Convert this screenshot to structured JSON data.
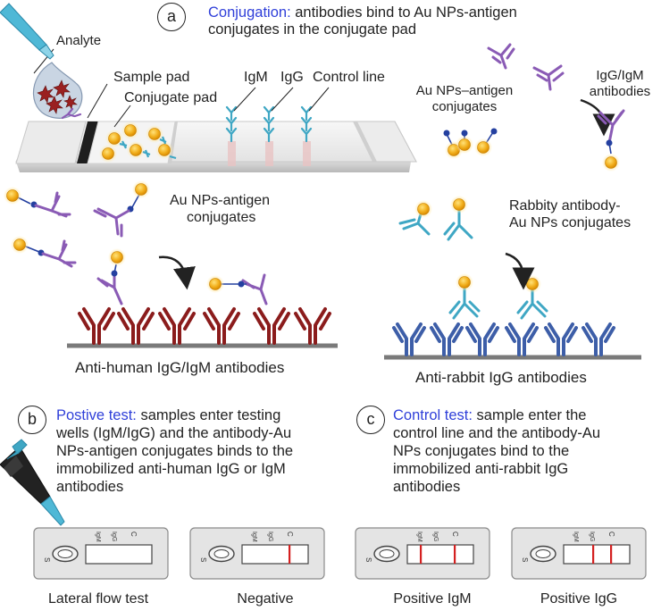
{
  "section_a": {
    "marker": "a",
    "heading": "Conjugation:",
    "text_line1": " antibodies  bind to Au NPs-antigen",
    "text_line2": "conjugates in the conjugate pad"
  },
  "labels": {
    "analyte": "Analyte",
    "sample_pad": "Sample pad",
    "conjugate_pad": "Conjugate pad",
    "igm": "IgM",
    "igg": "IgG",
    "control_line": "Control line",
    "au_nps_antigen_top_1": "Au NPs–antigen",
    "au_nps_antigen_top_2": "conjugates",
    "igg_igm_antibodies_1": "IgG/IgM",
    "igg_igm_antibodies_2": "antibodies",
    "au_nps_antigen_mid_1": "Au NPs-antigen",
    "au_nps_antigen_mid_2": "conjugates",
    "rabbity_1": "Rabbity antibody-",
    "rabbity_2": "Au NPs conjugates",
    "anti_human": "Anti-human IgG/IgM antibodies",
    "anti_rabbit": "Anti-rabbit IgG antibodies"
  },
  "section_b": {
    "marker": "b",
    "heading": "Postive test:",
    "line1": " samples enter testing",
    "line2": "wells (IgM/IgG) and  the antibody-Au",
    "line3": "NPs-antigen conjugates binds to the",
    "line4": "immobilized anti-human IgG or IgM",
    "line5": "antibodies"
  },
  "section_c": {
    "marker": "c",
    "heading": "Control test:",
    "line1": " sample enter the",
    "line2": "control line and the antibody-Au",
    "line3": "NPs conjugates bind to the",
    "line4": "immobilized anti-rabbit IgG",
    "line5": "antibodies"
  },
  "cassettes": [
    {
      "caption": "Lateral flow test",
      "s": "S",
      "igm": "IgM",
      "igg": "IgG",
      "c": "C",
      "red_igm": false,
      "red_igg": false,
      "red_c": false
    },
    {
      "caption": "Negative",
      "s": "S",
      "igm": "IgM",
      "igg": "IgG",
      "c": "C",
      "red_igm": false,
      "red_igg": false,
      "red_c": true
    },
    {
      "caption": "Positive IgM",
      "s": "S",
      "igm": "IgM",
      "igg": "IgG",
      "c": "C",
      "red_igm": true,
      "red_igg": false,
      "red_c": true
    },
    {
      "caption": "Positive IgG",
      "s": "S",
      "igm": "IgM",
      "igg": "IgG",
      "c": "C",
      "red_igm": false,
      "red_igg": true,
      "red_c": true
    }
  ],
  "colors": {
    "highlight": "#2f3fd9",
    "purple_antibody": "#8a5bb5",
    "dark_red_antibody": "#8b1c1c",
    "blue_antibody": "#3d5ea8",
    "teal_antibody": "#3fa7c4",
    "gold_np": "#f2b01e",
    "antigen_blue": "#2440a0",
    "test_line_red": "#d42020"
  }
}
